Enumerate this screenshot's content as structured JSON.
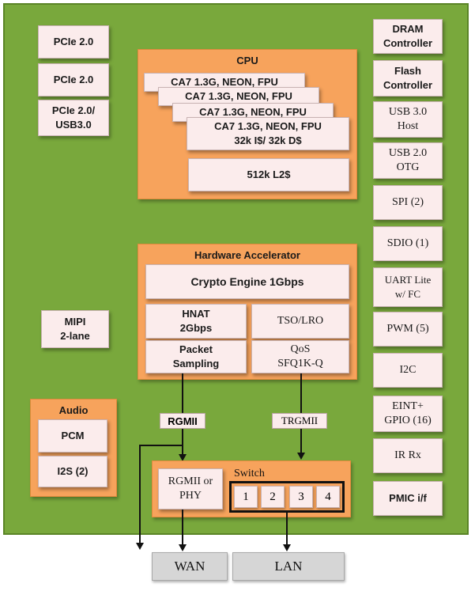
{
  "left_blocks": {
    "pcie1": "PCIe 2.0",
    "pcie2": "PCIe 2.0",
    "pcie3": "PCIe 2.0/\nUSB3.0",
    "mipi": "MIPI\n2-lane"
  },
  "audio": {
    "title": "Audio",
    "pcm": "PCM",
    "i2s": "I2S (2)"
  },
  "cpu": {
    "title": "CPU",
    "core1": "CA7 1.3G, NEON, FPU",
    "core2": "CA7 1.3G, NEON, FPU",
    "core3": "CA7 1.3G, NEON, FPU",
    "core4": "CA7 1.3G, NEON, FPU\n32k I$/ 32k D$",
    "l2": "512k L2$"
  },
  "hw_accel": {
    "title": "Hardware Accelerator",
    "crypto": "Crypto Engine 1Gbps",
    "hnat": "HNAT\n2Gbps",
    "tso": "TSO/LRO",
    "packet": "Packet\nSampling",
    "qos": "QoS\nSFQ1K-Q"
  },
  "links": {
    "rgmii": "RGMII",
    "trgmii": "TRGMII"
  },
  "switch_area": {
    "rgmii_phy": "RGMII or\nPHY",
    "switch_label": "Switch",
    "ports": [
      "1",
      "2",
      "3",
      "4"
    ]
  },
  "outputs": {
    "wan": "WAN",
    "lan": "LAN"
  },
  "right_blocks": {
    "dram": "DRAM\nController",
    "flash": "Flash\nController",
    "usb3": "USB 3.0\nHost",
    "usb2": "USB 2.0\nOTG",
    "spi": "SPI (2)",
    "sdio": "SDIO (1)",
    "uart": "UART Lite\nw/ FC",
    "pwm": "PWM (5)",
    "i2c": "I2C",
    "eint": "EINT+\nGPIO (16)",
    "ir": "IR Rx",
    "pmic": "PMIC i/f"
  },
  "colors": {
    "board": "#79a83c",
    "orange": "#f7a35c",
    "block": "#fbecec",
    "io": "#d6d6d6"
  }
}
